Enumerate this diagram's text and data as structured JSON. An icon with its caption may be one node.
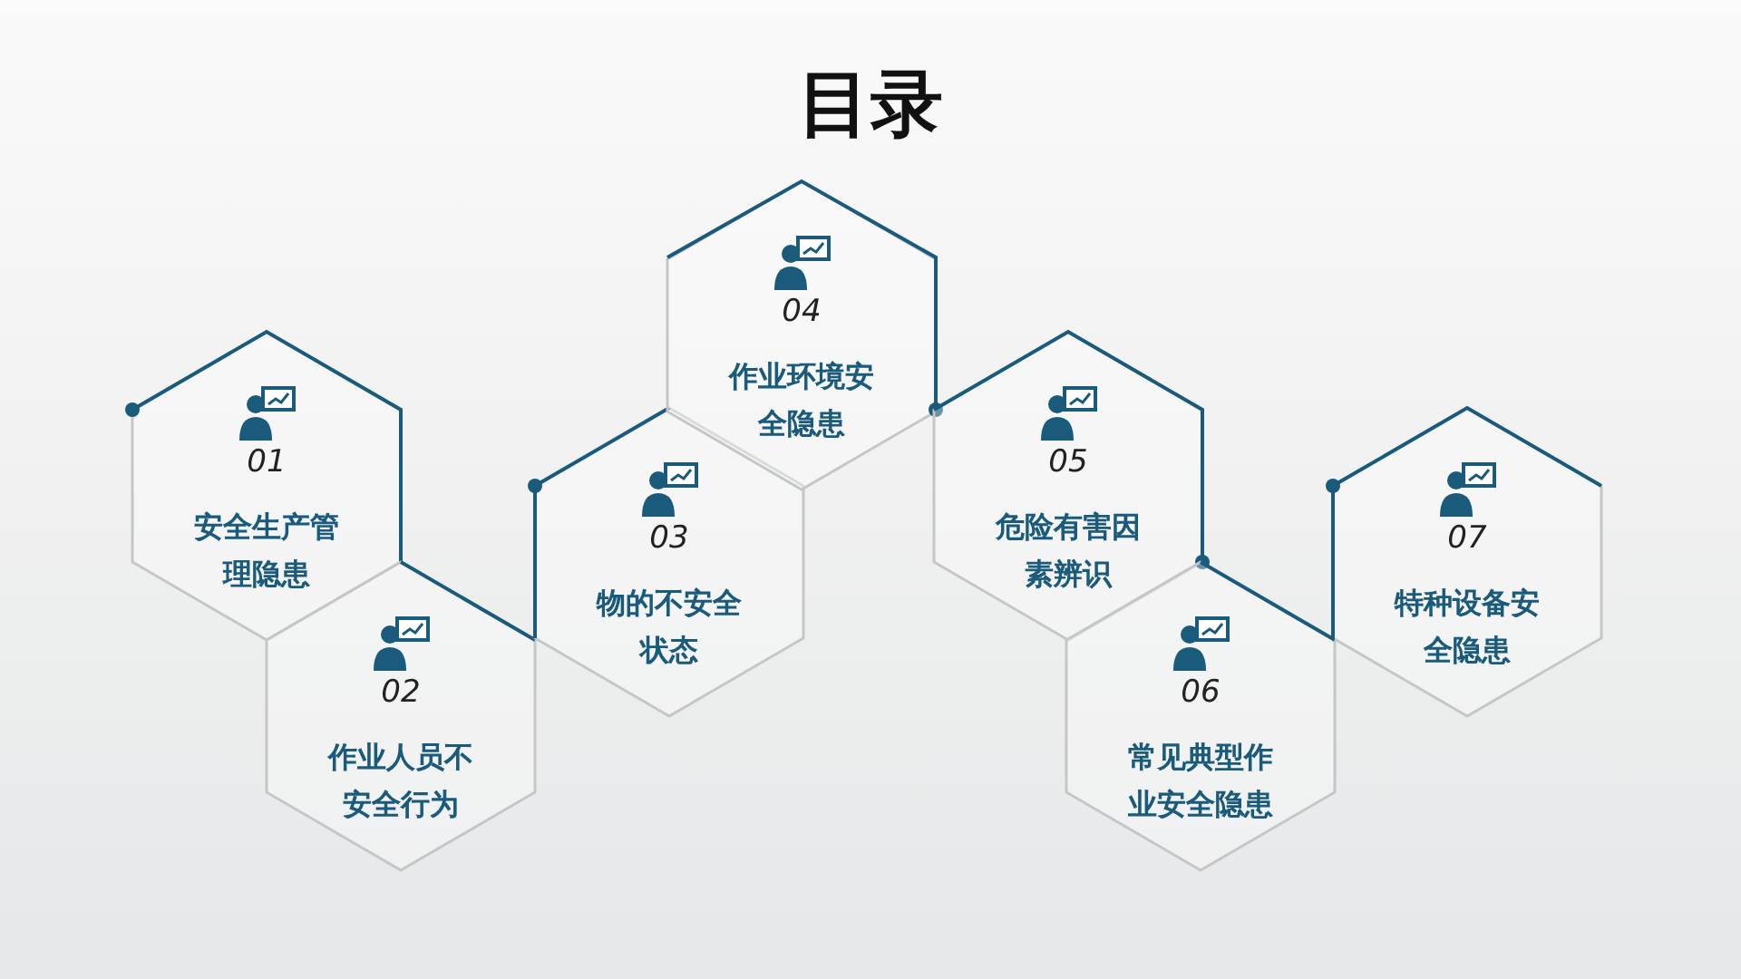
{
  "diagram": {
    "title": "目录",
    "nodes": [
      {
        "text": [
          "01",
          "安全生产管理隐患"
        ]
      },
      {
        "text": [
          "02",
          "作业人员不安全行为"
        ]
      },
      {
        "text": [
          "03",
          "物的不安全状态"
        ]
      },
      {
        "text": [
          "04",
          "作业环境安全隐患"
        ]
      },
      {
        "text": [
          "05",
          "危险有害因素辨识"
        ]
      },
      {
        "text": [
          "06",
          "常见典型作业安全隐患"
        ]
      },
      {
        "text": [
          "07",
          "特种设备安全隐患"
        ]
      }
    ]
  }
}
